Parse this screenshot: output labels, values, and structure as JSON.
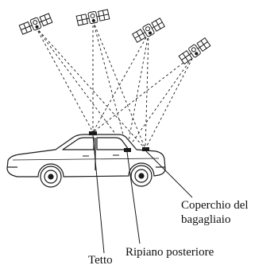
{
  "labels": {
    "roof": "Tetto",
    "rear_shelf": "Ripiano posteriore",
    "trunk_lid_line1": "Coperchio del",
    "trunk_lid_line2": "bagagliaio"
  },
  "icons": {
    "satellite": "satellite-icon",
    "car": "sedan-car-icon",
    "antenna": "gps-antenna-icon"
  },
  "colors": {
    "line": "#1a1a1a",
    "fill": "#ffffff"
  }
}
